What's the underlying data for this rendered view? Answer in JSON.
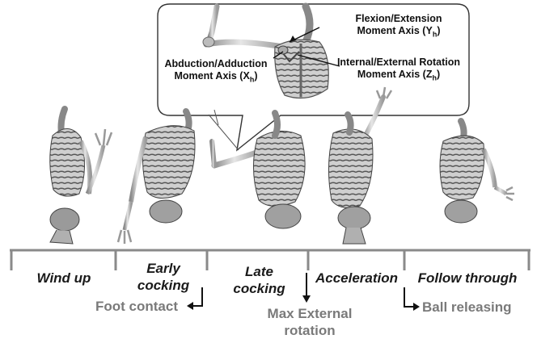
{
  "callout": {
    "flexion_line1": "Flexion/Extension",
    "flexion_line2": "Moment Axis (Y",
    "flexion_sub": "h",
    "abduction_line1": "Abduction/Adduction",
    "abduction_line2": "Moment Axis (X",
    "abduction_sub": "h",
    "rotation_line1": "Internal/External Rotation",
    "rotation_line2": "Moment Axis (Z",
    "rotation_sub": "h"
  },
  "phases": [
    {
      "line1": "Wind up",
      "line2": ""
    },
    {
      "line1": "Early",
      "line2": "cocking"
    },
    {
      "line1": "Late",
      "line2": "cocking"
    },
    {
      "line1": "Acceleration",
      "line2": ""
    },
    {
      "line1": "Follow through",
      "line2": ""
    }
  ],
  "events": {
    "foot_contact": "Foot contact",
    "max_external_line1": "Max External",
    "max_external_line2": "rotation",
    "ball_releasing": "Ball releasing"
  },
  "colors": {
    "timeline": "#8a8a8a",
    "bone": "#d2d2d2",
    "bone_shadow": "#7d7d7d",
    "event_text": "#7a7a7a"
  }
}
